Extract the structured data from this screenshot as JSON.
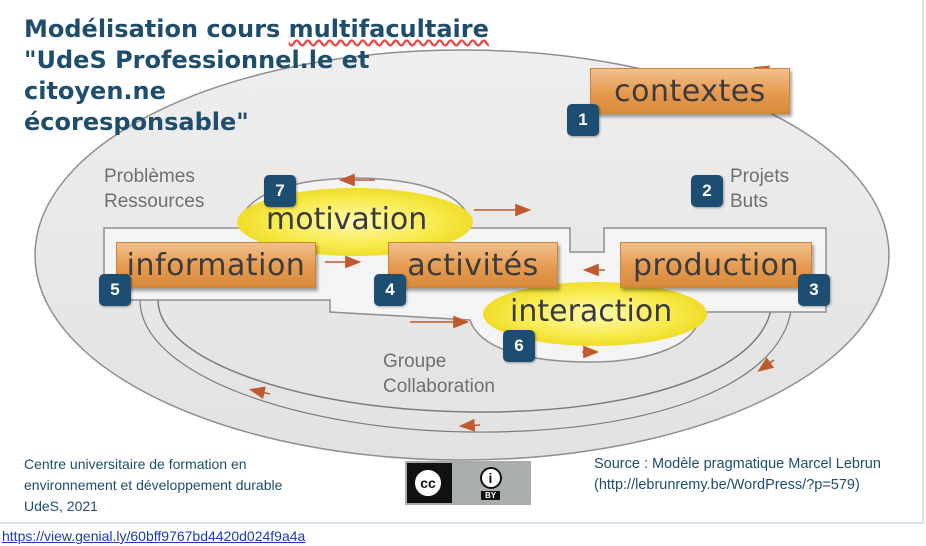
{
  "title": {
    "line1": "Modélisation cours multifacultaire",
    "line2": "\"UdeS Professionnel.le et citoyen.ne",
    "line3": "écoresponsable\""
  },
  "boxes": {
    "contextes": "contextes",
    "information": "information",
    "activites": "activités",
    "production": "production"
  },
  "yellow": {
    "motivation": "motivation",
    "interaction": "interaction"
  },
  "numbers": {
    "n1": "1",
    "n2": "2",
    "n3": "3",
    "n4": "4",
    "n5": "5",
    "n6": "6",
    "n7": "7"
  },
  "labels": {
    "problemes": "Problèmes",
    "ressources": "Ressources",
    "projets": "Projets",
    "buts": "Buts",
    "groupe": "Groupe",
    "collaboration": "Collaboration"
  },
  "footer": {
    "left1": "Centre universitaire de formation en",
    "left2": "environnement et développement durable",
    "left3": "UdeS, 2021",
    "right1": "Source : Modèle pragmatique Marcel Lebrun",
    "right2": "(http://lebrunremy.be/WordPress/?p=579)"
  },
  "license": {
    "cc": "cc",
    "by": "BY",
    "person": "i"
  },
  "url": "https://view.genial.ly/60bff9767bd4420d024f9a4a"
}
